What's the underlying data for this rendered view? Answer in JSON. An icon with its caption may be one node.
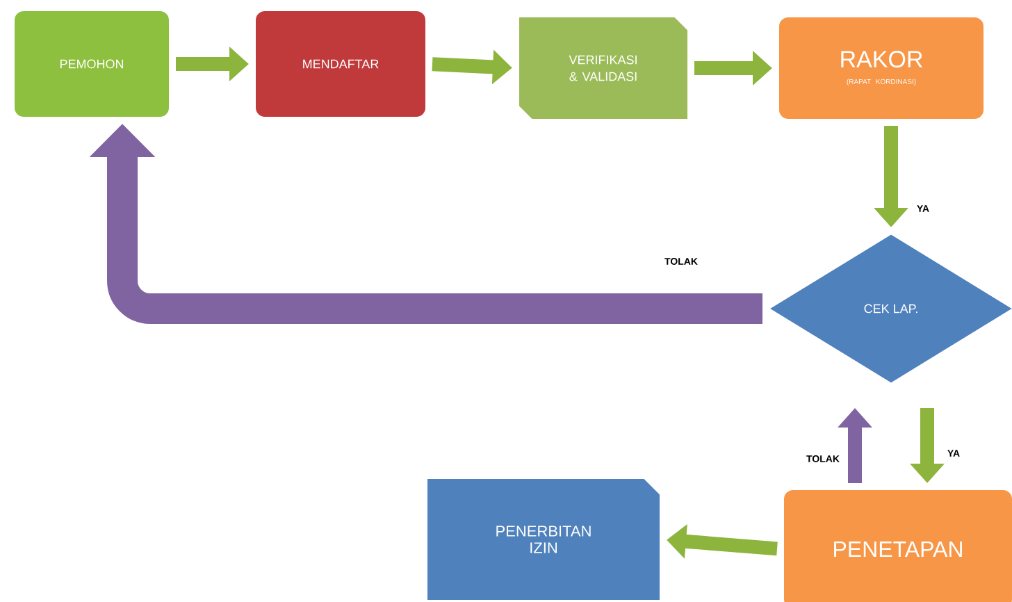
{
  "diagram": {
    "nodes": [
      {
        "text": [
          "PEMOHON"
        ]
      },
      {
        "text": [
          "MENDAFTAR"
        ]
      },
      {
        "text": [
          "VERIFIKASI & VALIDASI"
        ]
      },
      {
        "text": [
          "RAKOR",
          "(RAPAT KORDINASI)"
        ]
      },
      {
        "text": [
          "CEK LAP."
        ]
      },
      {
        "text": [
          "PENETAPAN"
        ]
      },
      {
        "text": [
          "PENERBITAN IZIN"
        ]
      }
    ],
    "edges": [
      {
        "from": 0,
        "to": 1,
        "arrow": "to"
      },
      {
        "from": 1,
        "to": 2,
        "arrow": "to"
      },
      {
        "from": 2,
        "to": 3,
        "arrow": "to"
      },
      {
        "from": 3,
        "to": 4,
        "arrow": "to",
        "label": "YA"
      },
      {
        "from": 4,
        "to": 0,
        "arrow": "to",
        "label": "TOLAK",
        "style": "thick",
        "color": "#8064a2"
      },
      {
        "from": 4,
        "to": 5,
        "arrow": "to",
        "label": "YA"
      },
      {
        "from": 5,
        "to": 4,
        "arrow": "to",
        "label": "TOLAK",
        "color": "#8064a2"
      },
      {
        "from": 5,
        "to": 6,
        "arrow": "to"
      }
    ]
  }
}
